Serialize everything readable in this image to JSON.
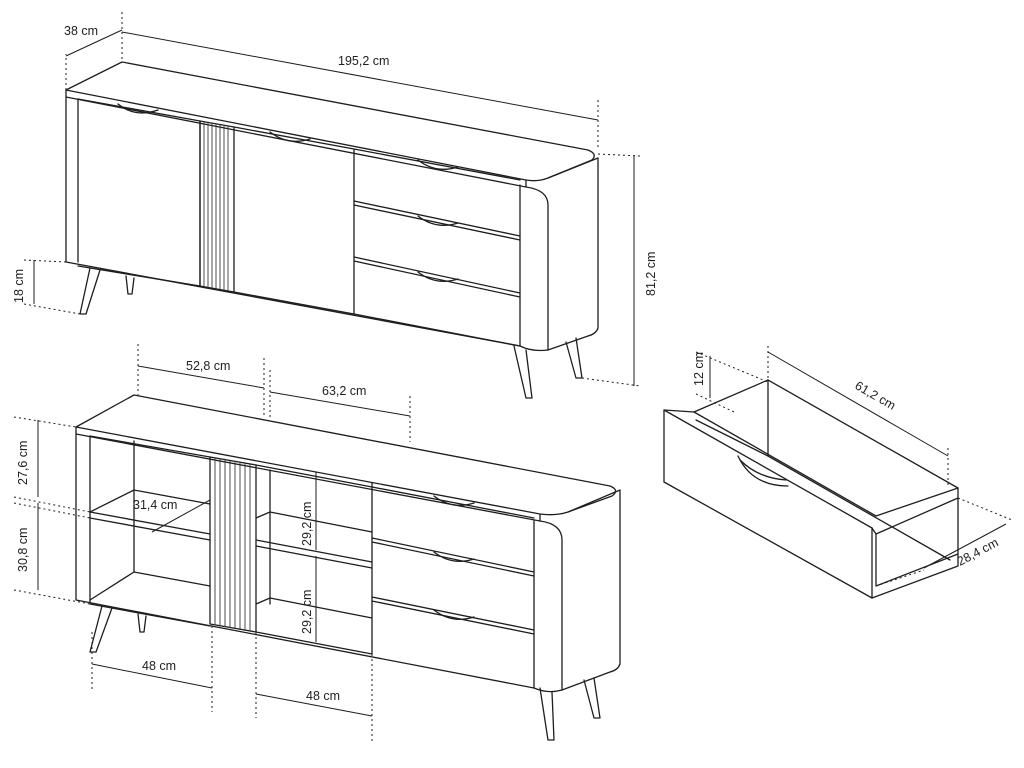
{
  "colors": {
    "line": "#1e1e1e",
    "background": "#ffffff"
  },
  "top_view": {
    "dims": {
      "depth": "38 cm",
      "width": "195,2 cm",
      "height": "81,2 cm",
      "leg_height": "18 cm"
    }
  },
  "open_view": {
    "dims": {
      "left_section_width": "52,8 cm",
      "right_section_width": "63,2 cm",
      "upper_space_height": "27,6 cm",
      "lower_space_height": "30,8 cm",
      "shelf_depth": "31,4 cm",
      "middle_upper_height": "29,2 cm",
      "middle_lower_height": "29,2 cm",
      "left_inner_width": "48 cm",
      "middle_inner_width": "48 cm"
    }
  },
  "drawer": {
    "dims": {
      "height": "12 cm",
      "length": "61,2 cm",
      "depth": "28,4 cm"
    }
  }
}
